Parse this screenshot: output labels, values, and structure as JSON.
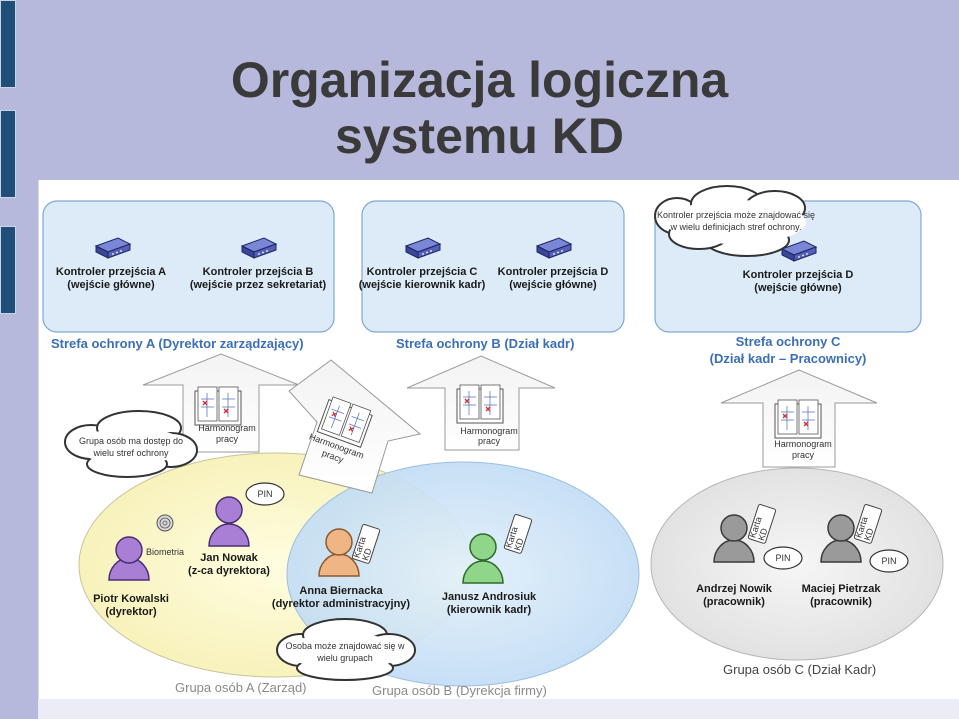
{
  "title": {
    "line1": "Organizacja logiczna",
    "line2": "systemu KD"
  },
  "zones": {
    "a": {
      "name": "Strefa ochrony A (Dyrektor zarządzający)",
      "controllers": [
        {
          "name": "Kontroler przejścia A",
          "desc": "(wejście główne)"
        },
        {
          "name": "Kontroler przejścia B",
          "desc": "(wejście przez sekretariat)"
        }
      ]
    },
    "b": {
      "name": "Strefa ochrony B (Dział kadr)",
      "controllers": [
        {
          "name": "Kontroler przejścia C",
          "desc": "(wejście kierownik kadr)"
        },
        {
          "name": "Kontroler przejścia D",
          "desc": "(wejście główne)"
        }
      ]
    },
    "c": {
      "name_line1": "Strefa ochrony C",
      "name_line2": "(Dział kadr – Pracownicy)",
      "controllers": [
        {
          "name": "Kontroler przejścia D",
          "desc": "(wejście główne)"
        }
      ]
    }
  },
  "notes": {
    "controller_multi_line1": "Kontroler przejścia może znajdować się",
    "controller_multi_line2": "w wielu definicjach stref ochrony.",
    "group_multi_line1": "Grupa osób ma dostęp do",
    "group_multi_line2": "wielu stref ochrony",
    "person_multi_line1": "Osoba może znajdować się w",
    "person_multi_line2": "wielu grupach"
  },
  "schedule": {
    "line1": "Harmonogram",
    "line2": "pracy"
  },
  "credentials": {
    "pin": "PIN",
    "card_line1": "Karta",
    "card_line2": "KD",
    "biometrics": "Biometria"
  },
  "people": {
    "kowalski": {
      "name": "Piotr Kowalski",
      "role": "(dyrektor)"
    },
    "nowak": {
      "name": "Jan Nowak",
      "role": "(z-ca dyrektora)"
    },
    "biernacka": {
      "name": "Anna Biernacka",
      "role": "(dyrektor administracyjny)"
    },
    "androsiuk": {
      "name": "Janusz Androsiuk",
      "role": "(kierownik kadr)"
    },
    "nowik": {
      "name": "Andrzej Nowik",
      "role": "(pracownik)"
    },
    "pietrzak": {
      "name": "Maciej Pietrzak",
      "role": "(pracownik)"
    }
  },
  "groups": {
    "a": "Grupa osób A (Zarząd)",
    "b": "Grupa osób B (Dyrekcja firmy)",
    "c": "Grupa osób C (Dział Kadr)"
  },
  "colors": {
    "slide_bg": "#b7b9dc",
    "zone_fill": "#dcebf7",
    "zone_label": "#3a6fb8",
    "group_a_fill": "#fbf7c8",
    "group_b_fill": "#cfe4f7",
    "group_c_fill": "#eaeaea",
    "person_purple": "#a97fd6",
    "person_orange": "#f0b584",
    "person_green": "#8fd68a",
    "person_gray": "#9a9a9a"
  }
}
